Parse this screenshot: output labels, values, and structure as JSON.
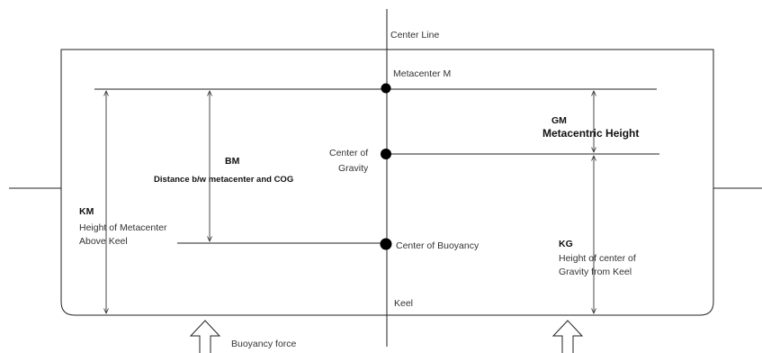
{
  "diagram": {
    "center_line": "Center Line",
    "metacenter": "Metacenter M",
    "gm_abbr": "GM",
    "gm_title": "Metacentric Height",
    "bm_abbr": "BM",
    "bm_desc": "Distance b/w metacenter and COG",
    "cog_line1": "Center of",
    "cog_line2": "Gravity",
    "km_abbr": "KM",
    "km_line1": "Height of Metacenter",
    "km_line2": "Above Keel",
    "buoyancy_center": "Center of Buoyancy",
    "kg_abbr": "KG",
    "kg_line1": "Height of center of",
    "kg_line2": "Gravity from Keel",
    "keel": "Keel",
    "buoyancy_force": "Buoyancy force"
  },
  "colors": {
    "line": "#222222",
    "text": "#333333",
    "point": "#000000"
  }
}
